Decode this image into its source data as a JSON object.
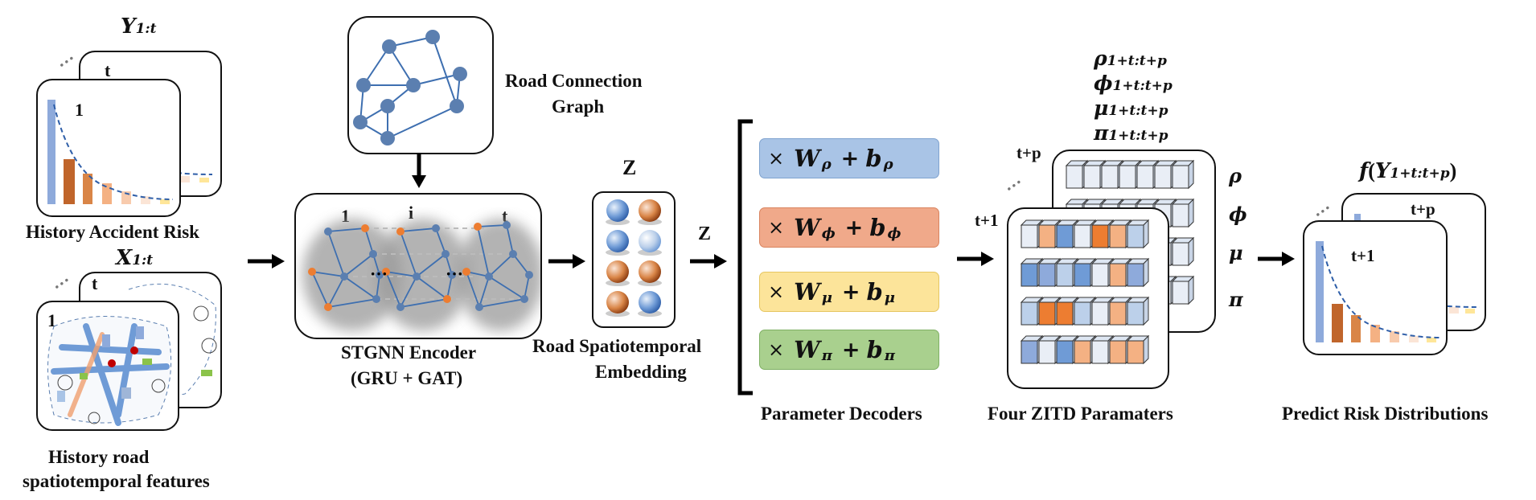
{
  "history": {
    "y_label": "Y",
    "y_sub": "1:t",
    "card_t": "t",
    "card_1": "1",
    "caption": "History Accident Risk",
    "x_label": "X",
    "x_sub": "1:t",
    "feat_t": "t",
    "feat_1": "1",
    "caption2_line1": "History road",
    "caption2_line2": "spatiotemporal features"
  },
  "graph": {
    "caption_line1": "Road Connection",
    "caption_line2": "Graph"
  },
  "encoder": {
    "idx_1": "1",
    "idx_i": "i",
    "idx_t": "t",
    "caption_line1": "STGNN Encoder",
    "caption_line2": "(GRU + GAT)"
  },
  "embedding": {
    "z_label": "Z",
    "caption_line1": "Road Spatiotemporal",
    "caption_line2": "Embedding"
  },
  "arrow_z": "Z",
  "decoders": {
    "caption": "Parameter Decoders",
    "items": [
      {
        "op": "×",
        "w": "W",
        "wsub": "ρ",
        "plus": "+",
        "b": "b",
        "bsub": "ρ",
        "color": "#a9c4e6",
        "border": "#7fa3cf"
      },
      {
        "op": "×",
        "w": "W",
        "wsub": "ϕ",
        "plus": "+",
        "b": "b",
        "bsub": "ϕ",
        "color": "#f0a98a",
        "border": "#d9845f"
      },
      {
        "op": "×",
        "w": "W",
        "wsub": "μ",
        "plus": "+",
        "b": "b",
        "bsub": "μ",
        "color": "#fce49a",
        "border": "#e6c661"
      },
      {
        "op": "×",
        "w": "W",
        "wsub": "π",
        "plus": "+",
        "b": "b",
        "bsub": "π",
        "color": "#a9d08e",
        "border": "#7fb064"
      }
    ]
  },
  "zitd": {
    "params_top": [
      {
        "sym": "ρ",
        "sub": "1+t:t+p"
      },
      {
        "sym": "ϕ",
        "sub": "1+t:t+p"
      },
      {
        "sym": "μ",
        "sub": "1+t:t+p"
      },
      {
        "sym": "π",
        "sub": "1+t:t+p"
      }
    ],
    "side": [
      "ρ",
      "ϕ",
      "μ",
      "π"
    ],
    "back_label": "t+p",
    "front_label": "t+1",
    "caption": "Four ZITD Paramaters"
  },
  "predict": {
    "f": "f",
    "open": "(",
    "y": "Y",
    "sub": "1+t:t+p",
    "close": ")",
    "back_label": "t+p",
    "front_label": "t+1",
    "caption": "Predict Risk Distributions"
  },
  "colors": {
    "blue": "#8eaadb",
    "orange": "#c55a11",
    "dark_orange": "#c0652b",
    "light_orange": "#f4b183",
    "node": "#5b7fb0",
    "edge": "#3e6fb0"
  }
}
